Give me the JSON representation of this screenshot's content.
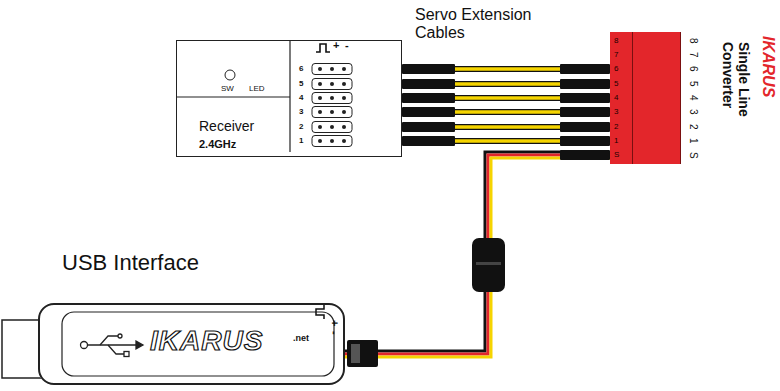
{
  "diagram": {
    "nodes": [
      {
        "text": [
          "Receiver",
          "2.4GHz"
        ]
      },
      {
        "text": [
          "Single Line Converter"
        ]
      },
      {
        "text": [
          "USB Interface"
        ]
      }
    ],
    "edges": [
      {
        "from": 0,
        "to": 1,
        "arrow": "none"
      },
      {
        "from": 0,
        "to": 1,
        "arrow": "none"
      },
      {
        "from": 0,
        "to": 1,
        "arrow": "none"
      },
      {
        "from": 0,
        "to": 1,
        "arrow": "none"
      },
      {
        "from": 0,
        "to": 1,
        "arrow": "none"
      },
      {
        "from": 0,
        "to": 1,
        "arrow": "none"
      },
      {
        "from": 1,
        "to": 2,
        "arrow": "none"
      }
    ],
    "labels": [
      "Servo Extension Cables",
      "SW",
      "LED",
      "+",
      "-",
      "6",
      "5",
      "4",
      "3",
      "2",
      "1",
      "8",
      "7",
      "6",
      "5",
      "4",
      "3",
      "2",
      "1",
      "S",
      "8",
      "7",
      "6",
      "5",
      "4",
      "3",
      "2",
      "1",
      "S",
      "IKARUS",
      "IKARUS",
      ".net",
      "+",
      "-"
    ]
  }
}
